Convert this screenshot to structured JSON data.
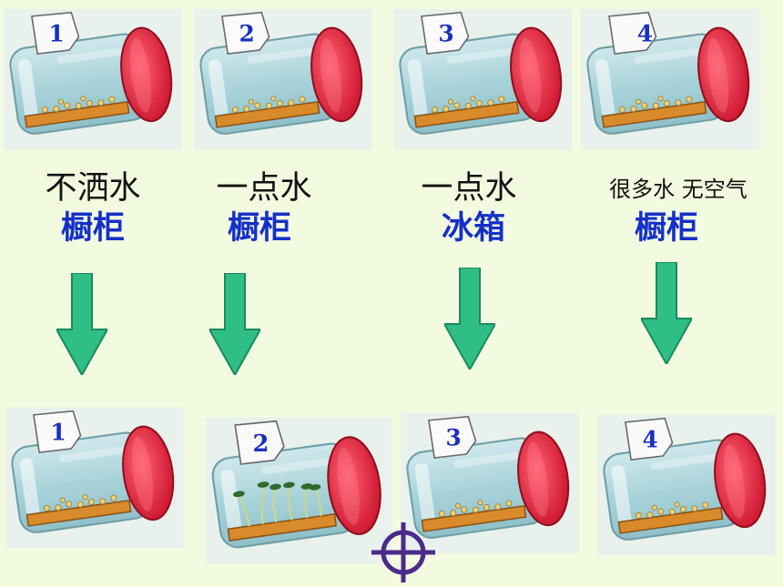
{
  "top_jars": [
    {
      "number": "1",
      "water": "不洒水",
      "place": "橱柜",
      "seeds": true
    },
    {
      "number": "2",
      "water": "一点水",
      "place": "橱柜",
      "seeds": true
    },
    {
      "number": "3",
      "water": "一点水",
      "place": "冰箱",
      "seeds": true
    },
    {
      "number": "4",
      "water": "很多水 无空气",
      "place": "橱柜",
      "seeds": true
    }
  ],
  "bottom_jars": [
    {
      "number": "1",
      "sprouted": false
    },
    {
      "number": "2",
      "sprouted": true
    },
    {
      "number": "3",
      "sprouted": false
    },
    {
      "number": "4",
      "sprouted": false
    }
  ],
  "colors": {
    "background": "#f2fbe0",
    "arrow": "#2fbf86",
    "cap": "#e8203a",
    "place_text": "#1530c8",
    "number_text": "#1b2fc0"
  }
}
